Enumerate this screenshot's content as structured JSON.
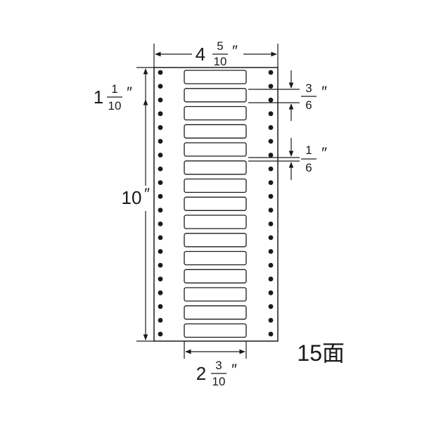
{
  "sheet": {
    "label_count": 15,
    "sprocket_holes_per_side": 20
  },
  "dimensions": {
    "width": {
      "whole": "4",
      "num": "5",
      "den": "10",
      "mark": "″"
    },
    "height": {
      "whole": "10",
      "mark": "″"
    },
    "top_margin": {
      "whole": "1",
      "num": "1",
      "den": "10",
      "mark": "″"
    },
    "pitch": {
      "num": "3",
      "den": "6",
      "mark": "″"
    },
    "gap": {
      "num": "1",
      "den": "6",
      "mark": "″"
    },
    "label_width": {
      "whole": "2",
      "num": "3",
      "den": "10",
      "mark": "″"
    }
  },
  "count_label": "15面",
  "colors": {
    "ink": "#1a1a1a",
    "paper": "#ffffff"
  }
}
